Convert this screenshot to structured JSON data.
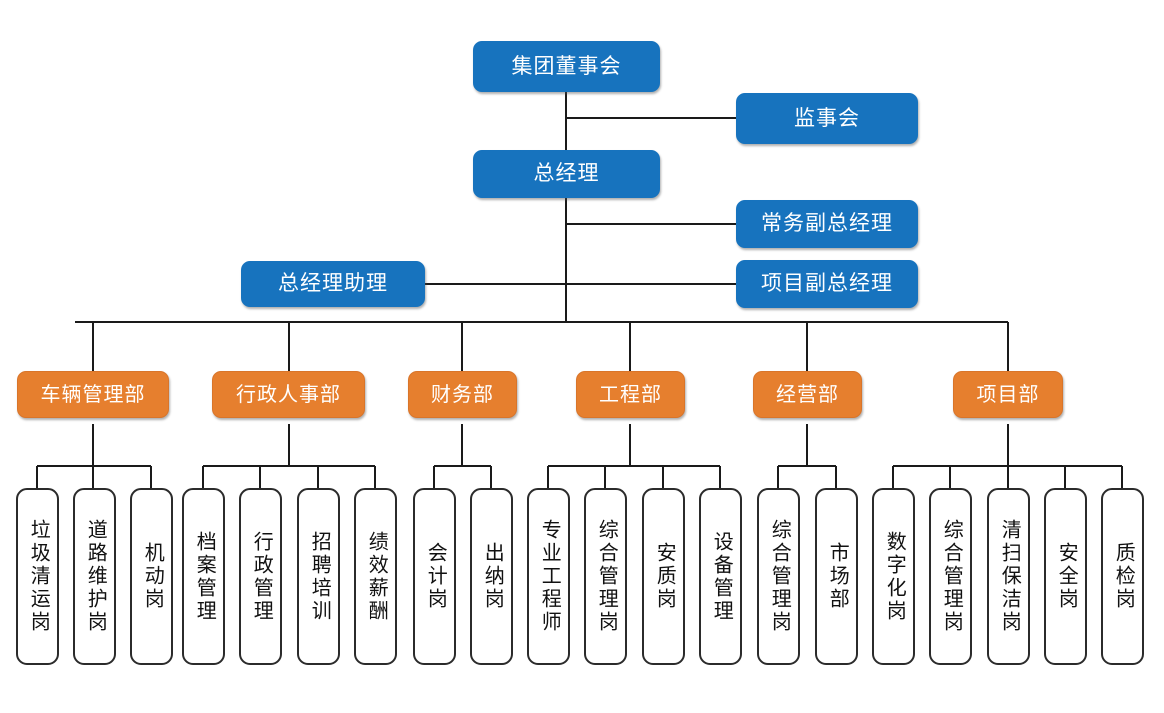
{
  "theme": {
    "blue": "#1773BE",
    "orange": "#E67F2E",
    "leaf_border": "#2b2b2b",
    "line": "#1a1a1a",
    "background": "#ffffff"
  },
  "top_nodes": [
    {
      "id": "board",
      "label": "集团董事会"
    },
    {
      "id": "supervisory",
      "label": "监事会"
    },
    {
      "id": "general-manager",
      "label": "总经理"
    },
    {
      "id": "exec-deputy-gm",
      "label": "常务副总经理"
    },
    {
      "id": "gm-assistant",
      "label": "总经理助理"
    },
    {
      "id": "project-deputy-gm",
      "label": "项目副总经理"
    }
  ],
  "departments": [
    {
      "id": "vehicle",
      "label": "车辆管理部",
      "leaves": [
        "垃圾清运岗",
        "道路维护岗",
        "机动岗"
      ]
    },
    {
      "id": "admin-hr",
      "label": "行政人事部",
      "leaves": [
        "档案管理",
        "行政管理",
        "招聘培训",
        "绩效薪酬"
      ]
    },
    {
      "id": "finance",
      "label": "财务部",
      "leaves": [
        "会计岗",
        "出纳岗"
      ]
    },
    {
      "id": "engineering",
      "label": "工程部",
      "leaves": [
        "专业工程师",
        "综合管理岗",
        "安质岗",
        "设备管理"
      ]
    },
    {
      "id": "operations",
      "label": "经营部",
      "leaves": [
        "综合管理岗",
        "市场部"
      ]
    },
    {
      "id": "project",
      "label": "项目部",
      "leaves": [
        "数字化岗",
        "综合管理岗",
        "清扫保洁岗",
        "安全岗",
        "质检岗"
      ]
    }
  ],
  "leaves_flat": [
    "垃圾清运岗",
    "道路维护岗",
    "机动岗",
    "档案管理",
    "行政管理",
    "招聘培训",
    "绩效薪酬",
    "会计岗",
    "出纳岗",
    "专业工程师",
    "综合管理岗",
    "安质岗",
    "设备管理",
    "综合管理岗",
    "市场部",
    "数字化岗",
    "综合管理岗",
    "清扫保洁岗",
    "安全岗",
    "质检岗"
  ]
}
